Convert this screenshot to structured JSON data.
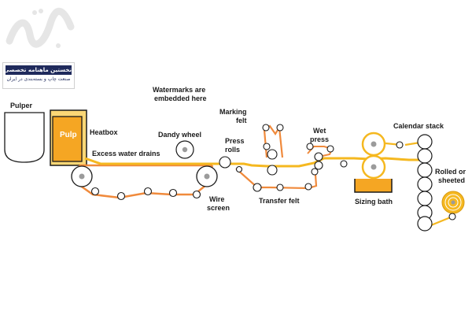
{
  "logo_badge": {
    "line1": "نخستین ماهنامه تخصصی",
    "line2": "صنعت چاپ و بسته‌بندی در ایران"
  },
  "labels": {
    "pulper": "Pulper",
    "pulp": "Pulp",
    "heatbox": "Heatbox",
    "watermarks_line1": "Watermarks are",
    "watermarks_line2": "embedded here",
    "marking_felt_line1": "Marking",
    "marking_felt_line2": "felt",
    "dandy_wheel": "Dandy wheel",
    "press_rolls_line1": "Press",
    "press_rolls_line2": "rolls",
    "excess_water": "Excess water drains",
    "wire_screen_line1": "Wire",
    "wire_screen_line2": "screen",
    "transfer_felt": "Transfer felt",
    "wet_press_line1": "Wet",
    "wet_press_line2": "press",
    "sizing_bath": "Sizing bath",
    "calendar_stack": "Calendar stack",
    "rolled_line1": "Rolled or",
    "rolled_line2": "sheeted"
  },
  "colors": {
    "orange": "#f08a3c",
    "gold": "#f5b820",
    "pulp_fill": "#f5a623",
    "heatbox_fill": "#fbd776",
    "dark": "#1a1a1a",
    "roller_fill": "#ffffff",
    "hub": "#9b9b9b",
    "badge_navy": "#1f2a5c"
  }
}
